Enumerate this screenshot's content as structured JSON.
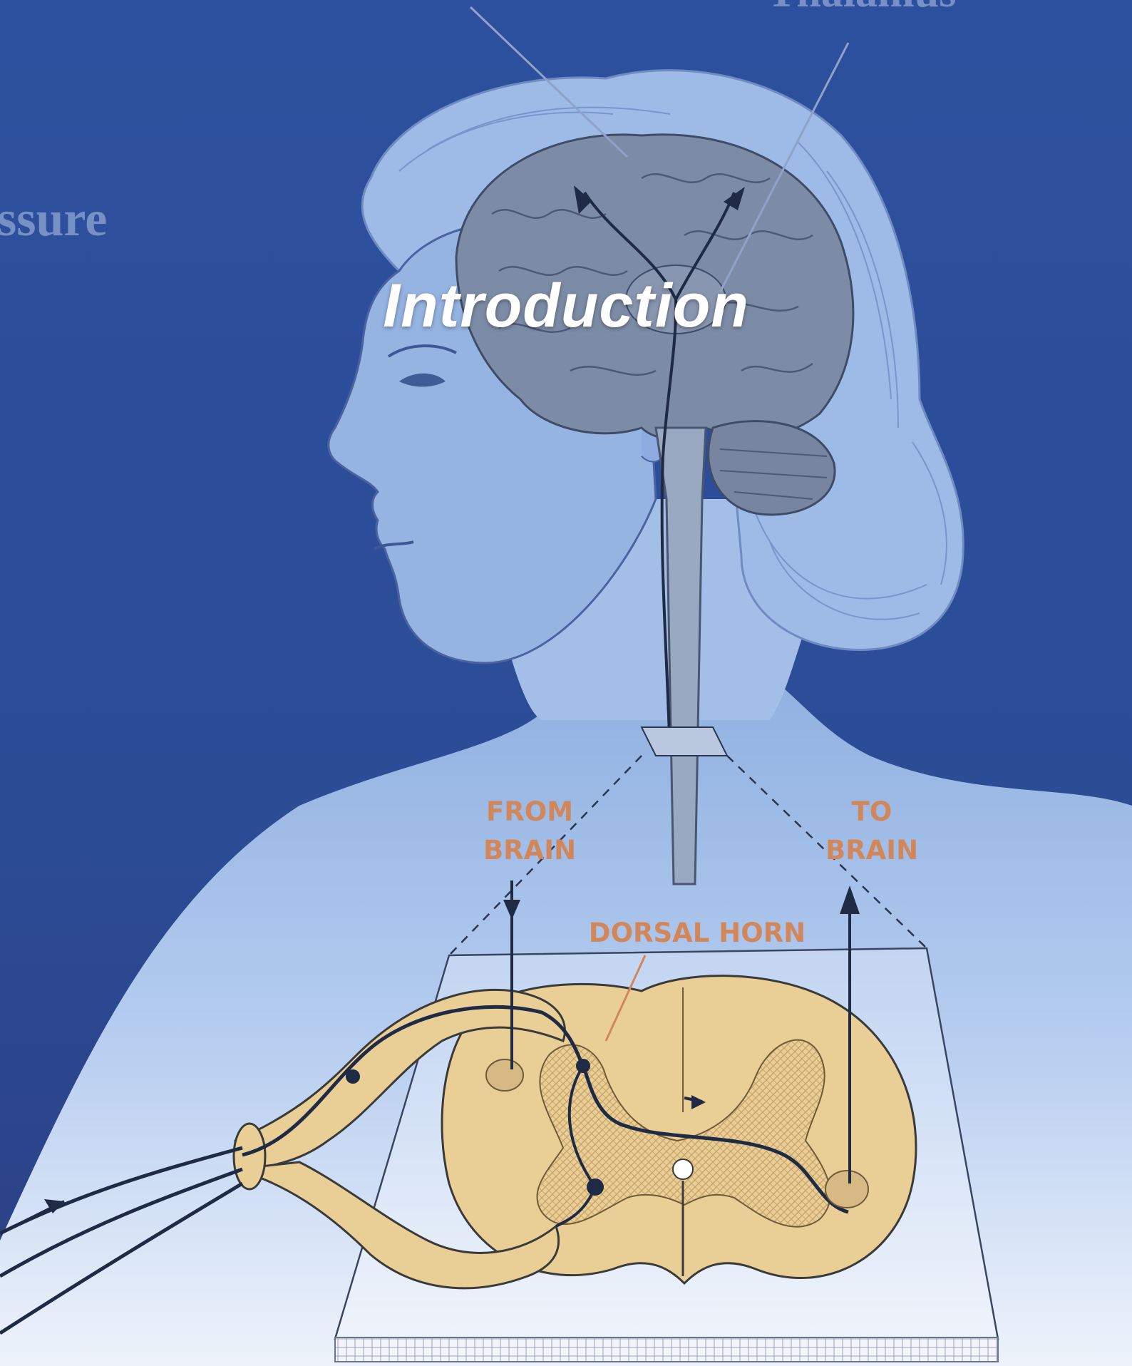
{
  "slide": {
    "title": "Introduction",
    "background_color": "#2c4f9c"
  },
  "partial_labels": {
    "left": "ssure",
    "top_right": "Thalamus"
  },
  "diagram": {
    "from_brain": "FROM\nBRAIN",
    "to_brain": "TO\nBRAIN",
    "dorsal_horn": "DORSAL HORN",
    "colors": {
      "silhouette": "#a9c3e8",
      "brain": "#7d8ca6",
      "spinal_cord": "#e9cf96",
      "label_orange": "#d2875a",
      "lines": "#1f2a44"
    }
  }
}
